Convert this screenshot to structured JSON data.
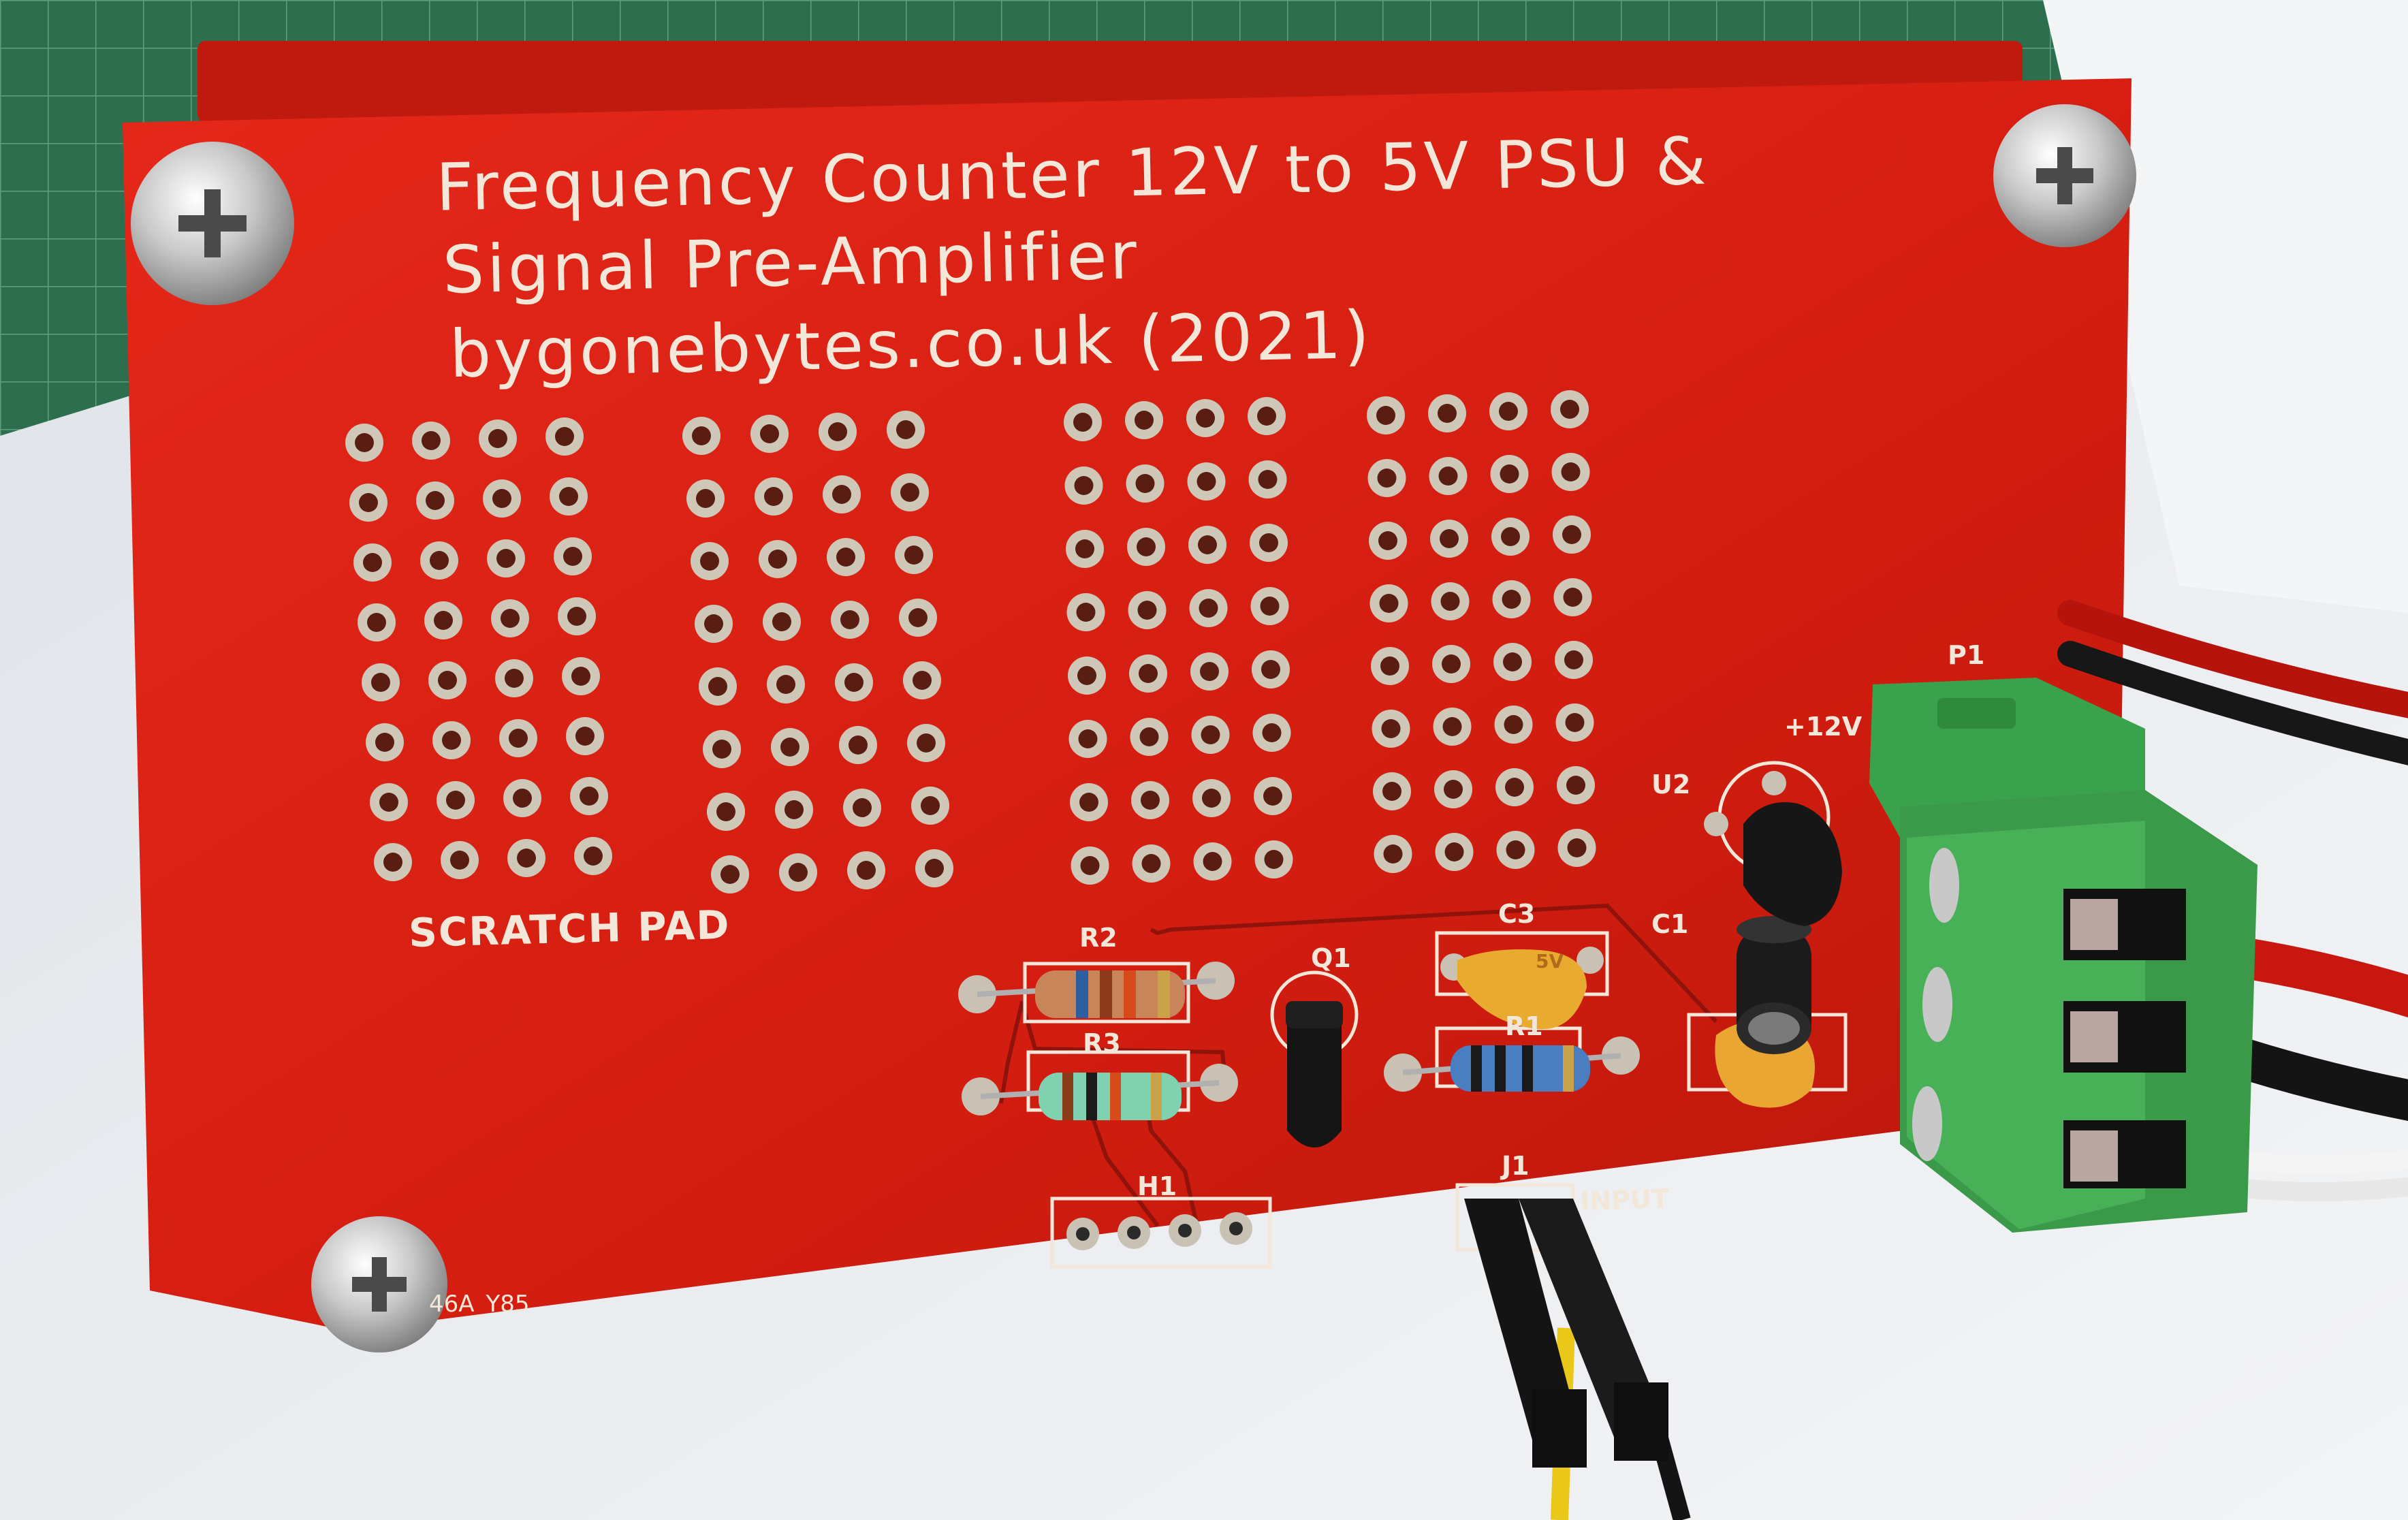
{
  "board": {
    "title_line1": "Frequency Counter 12V to 5V PSU &",
    "title_line2": "Signal Pre-Amplifier",
    "title_line3": "bygonebytes.co.uk (2021)",
    "scratch_label": "SCRATCH PAD",
    "serial_code": "46A_Y85",
    "solder_mask_color": "#d71e10",
    "silkscreen_color": "#f3e7da"
  },
  "silkscreen": {
    "P1": "P1",
    "plus12v": "+12V",
    "U2": "U2",
    "C1": "C1",
    "C3": "C3",
    "R2": "R2",
    "R3": "R3",
    "R1": "R1",
    "Q1": "Q1",
    "H1": "H1",
    "J1": "J1",
    "input": "INPUT",
    "cap_marking": "5V"
  },
  "scratch_pad": {
    "groups": 4,
    "columns_per_group": 4,
    "rows": 8
  },
  "wires": {
    "terminal_wires": [
      "red",
      "black",
      "white"
    ],
    "input_wires": [
      "yellow",
      "black"
    ]
  },
  "colors": {
    "terminal_block": "#3a9a4a",
    "wire_red": "#d01a10",
    "wire_black": "#1a1a1a",
    "wire_yellow": "#e8c81a",
    "cutting_mat": "#2d6e4e"
  }
}
